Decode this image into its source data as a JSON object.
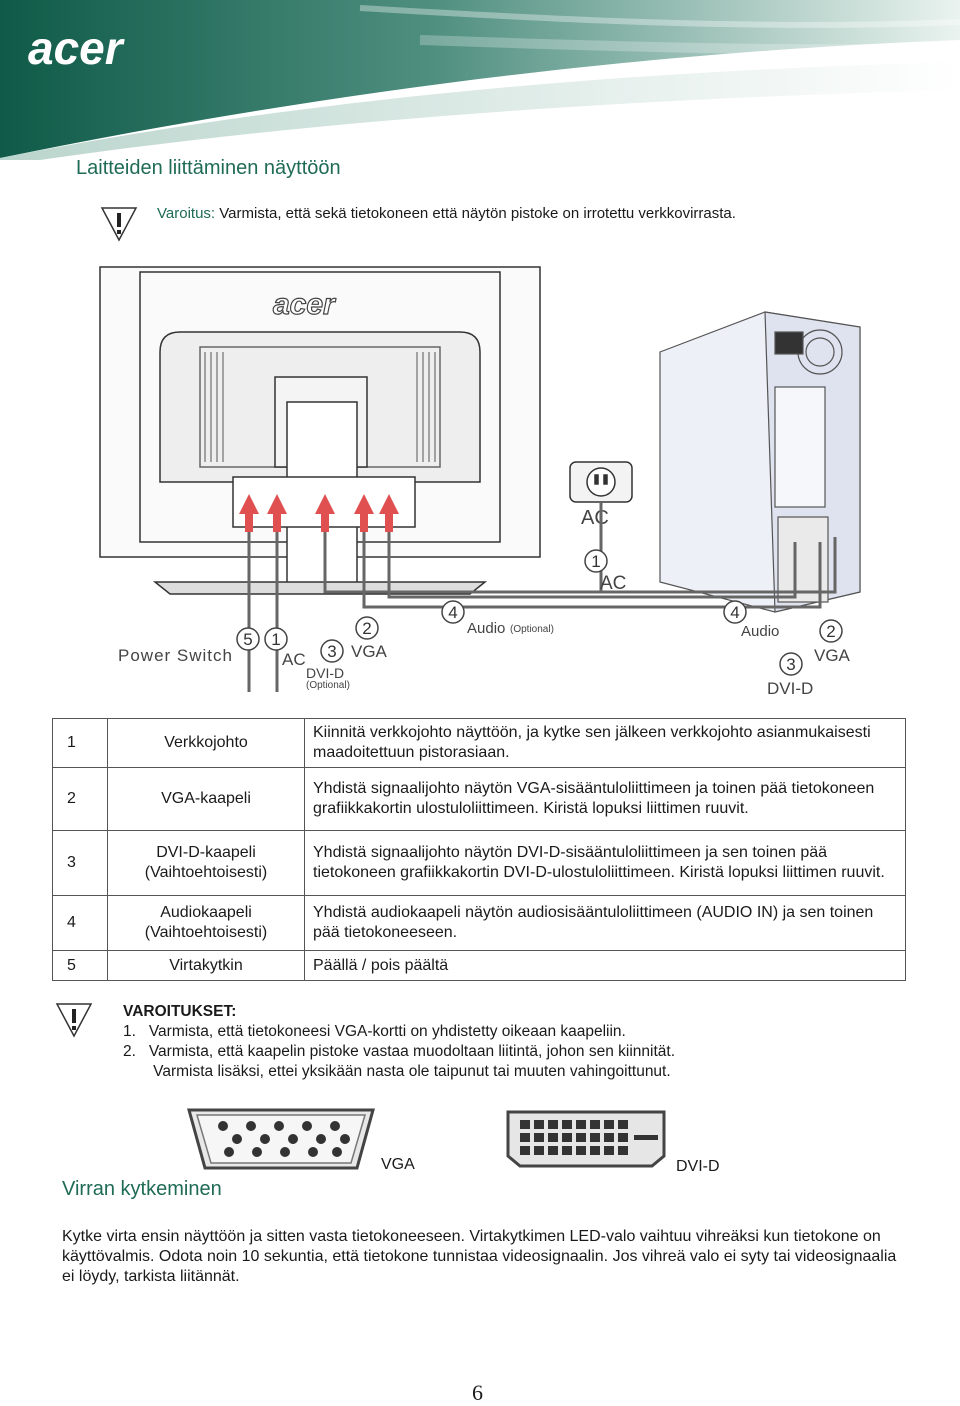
{
  "header": {
    "logo": "acer"
  },
  "section": {
    "title": "Laitteiden liittäminen näyttöön"
  },
  "warning": {
    "label": "Varoitus:",
    "text": " Varmista, että sekä tietokoneen että näytön pistoke on irrotettu verkkovirrasta."
  },
  "diagram": {
    "monitor_logo": "acer",
    "labels": {
      "power_switch": "Power Switch",
      "ac": "AC",
      "dvi_d": "DVI-D",
      "optional": "(Optional)",
      "vga": "VGA",
      "audio": "Audio",
      "audio_optional": "(Optional)",
      "dvi_d_pc": "DVI-D",
      "ac_outlet": "AC"
    },
    "numbers": [
      "1",
      "2",
      "3",
      "4",
      "5"
    ]
  },
  "table": {
    "rows": [
      {
        "num": "1",
        "name": "Verkkojohto",
        "desc": "Kiinnitä verkkojohto näyttöön, ja kytke sen jälkeen verkkojohto asianmukaisesti maadoitettuun pistorasiaan."
      },
      {
        "num": "2",
        "name": "VGA-kaapeli",
        "desc": "Yhdistä signaalijohto näytön VGA-sisääntuloliittimeen ja toinen pää tietokoneen grafiikkakortin ulostuloliittimeen. Kiristä lopuksi liittimen ruuvit."
      },
      {
        "num": "3",
        "name": "DVI-D-kaapeli (Vaihtoehtoisesti)",
        "desc": "Yhdistä signaalijohto näytön DVI-D-sisääntuloliittimeen ja sen toinen pää tietokoneen grafiikkakortin DVI-D-ulostuloliittimeen. Kiristä lopuksi liittimen ruuvit."
      },
      {
        "num": "4",
        "name": "Audiokaapeli (Vaihtoehtoisesti)",
        "desc": "Yhdistä audiokaapeli näytön audiosisääntuloliittimeen (AUDIO IN) ja sen toinen pää tietokoneeseen."
      },
      {
        "num": "5",
        "name": "Virtakytkin",
        "desc": "Päällä / pois päältä"
      }
    ]
  },
  "warnings": {
    "title": "VAROITUKSET:",
    "items": [
      "1.   Varmista, että tietokoneesi VGA-kortti on yhdistetty oikeaan kaapeliin.",
      "2.   Varmista, että kaapelin pistoke vastaa muodoltaan liitintä, johon sen kiinnität.",
      "       Varmista lisäksi, ettei yksikään nasta ole taipunut tai muuten vahingoittunut."
    ]
  },
  "connectors": {
    "vga": "VGA",
    "dvi": "DVI-D"
  },
  "power": {
    "title": "Virran kytkeminen",
    "text": "Kytke virta ensin näyttöön ja sitten vasta tietokoneeseen. Virtakytkimen LED-valo vaihtuu vihreäksi kun tietokone on käyttövalmis. Odota noin 10 sekuntia, että tietokone tunnistaa videosignaalin. Jos vihreä valo ei syty tai videosignaalia ei löydy, tarkista liitännät."
  },
  "page": {
    "number": "6"
  },
  "colors": {
    "heading": "#1f6b55",
    "banner_dark": "#0f5a48",
    "banner_light": "#cfe3dc"
  }
}
